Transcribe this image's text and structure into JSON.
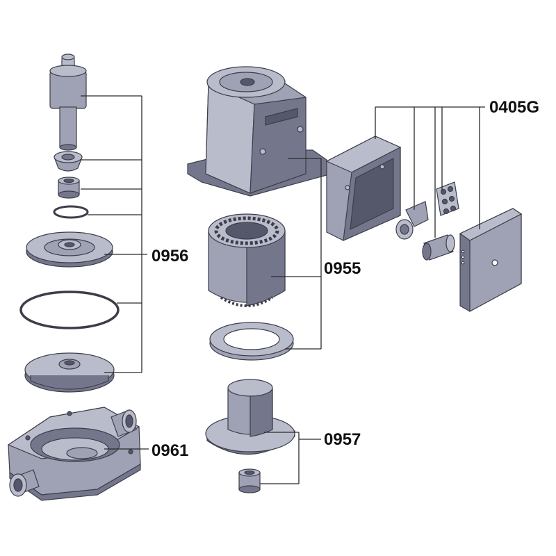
{
  "diagram": {
    "labels": {
      "shaft_assembly": "0956",
      "stator_housing": "0955",
      "terminal_box": "0405G",
      "pump_body": "0961",
      "rotor_can": "0957"
    },
    "colors": {
      "part_fill_light": "#b9bccb",
      "part_fill_mid": "#9fa2b4",
      "part_fill_dark": "#74778c",
      "outline": "#3d3d4a",
      "leader_line": "#2a2a2a",
      "label_text": "#111111"
    }
  }
}
